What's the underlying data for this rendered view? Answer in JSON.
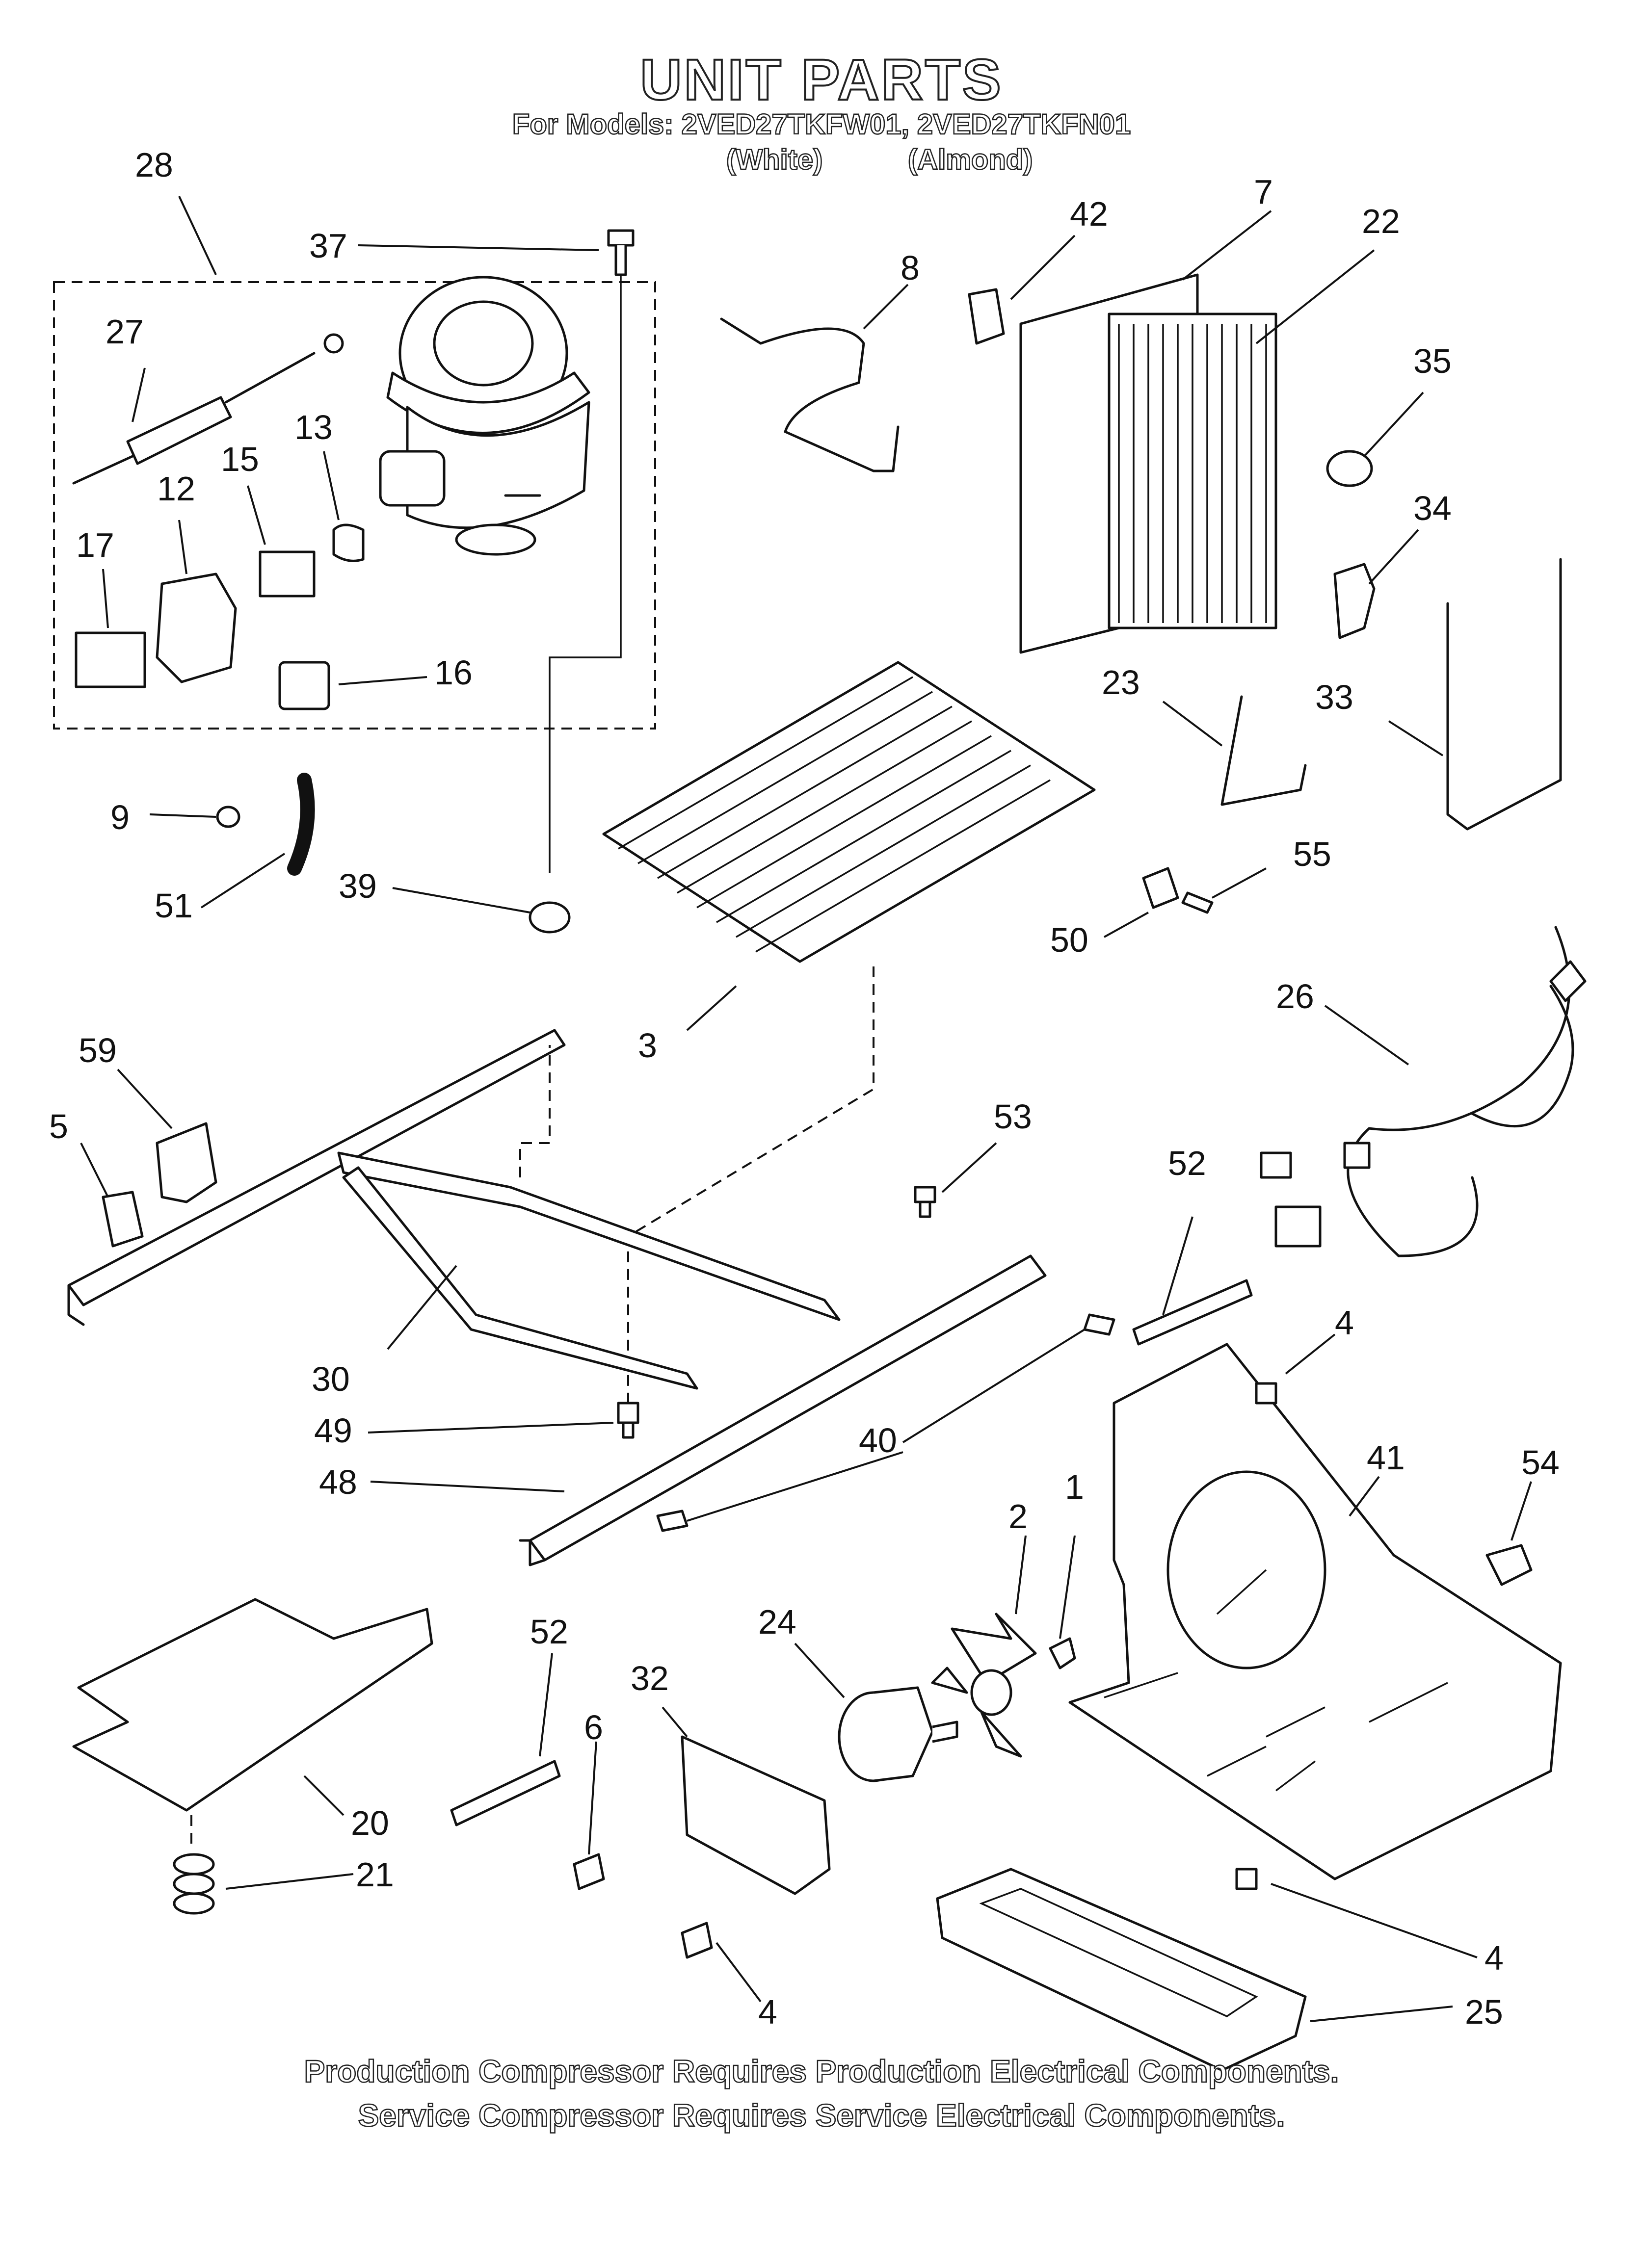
{
  "header": {
    "title": "UNIT PARTS",
    "models_line": "For Models: 2VED27TKFW01, 2VED27TKFN01",
    "color_white": "(White)",
    "color_almond": "(Almond)"
  },
  "callouts": {
    "c28": "28",
    "c37": "37",
    "c27": "27",
    "c13": "13",
    "c15": "15",
    "c12": "12",
    "c17": "17",
    "c16": "16",
    "c8": "8",
    "c42": "42",
    "c7": "7",
    "c22": "22",
    "c35": "35",
    "c34": "34",
    "c23": "23",
    "c33": "33",
    "c9": "9",
    "c51": "51",
    "c39": "39",
    "c3": "3",
    "c55": "55",
    "c50": "50",
    "c26": "26",
    "c59": "59",
    "c5": "5",
    "c53": "53",
    "c52a": "52",
    "c4a": "4",
    "c30": "30",
    "c49": "49",
    "c40": "40",
    "c48": "48",
    "c41": "41",
    "c54": "54",
    "c2": "2",
    "c1": "1",
    "c52b": "52",
    "c24": "24",
    "c32": "32",
    "c6": "6",
    "c20": "20",
    "c21": "21",
    "c4b": "4",
    "c4c": "4",
    "c25": "25"
  },
  "footer": {
    "line1": "Production Compressor Requires Production Electrical Components.",
    "line2": "Service Compressor Requires Service Electrical Components."
  }
}
